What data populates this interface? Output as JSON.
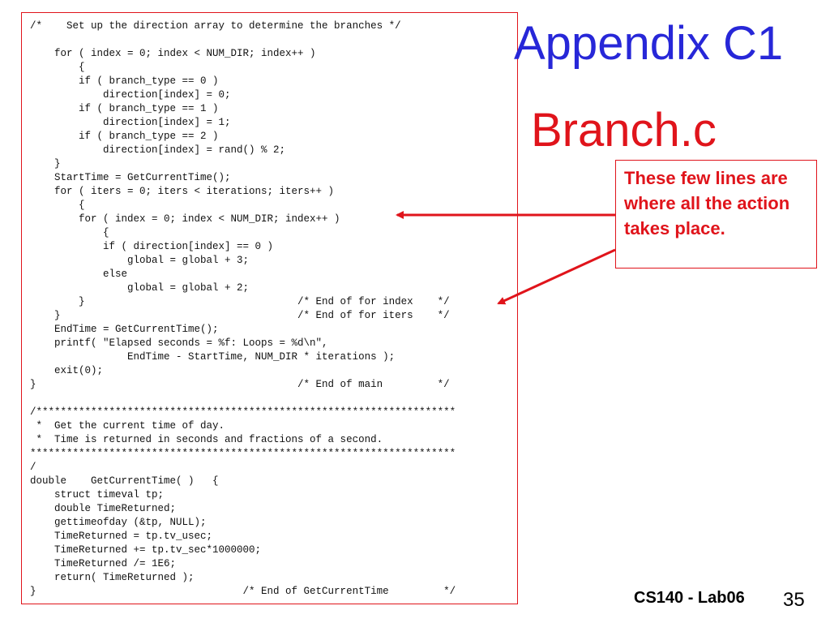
{
  "slide": {
    "title": "Appendix C1",
    "subtitle": "Branch.c",
    "callout": "These few lines are where all the action takes place.",
    "footer": "CS140 - Lab06",
    "page_number": "35",
    "colors": {
      "title": "#2727d8",
      "accent": "#e0141b"
    }
  },
  "code": {
    "lines": [
      "/*    Set up the direction array to determine the branches */",
      "",
      "    for ( index = 0; index < NUM_DIR; index++ )",
      "        {",
      "        if ( branch_type == 0 )",
      "            direction[index] = 0;",
      "        if ( branch_type == 1 )",
      "            direction[index] = 1;",
      "        if ( branch_type == 2 )",
      "            direction[index] = rand() % 2;",
      "    }",
      "    StartTime = GetCurrentTime();",
      "    for ( iters = 0; iters < iterations; iters++ )",
      "        {",
      "        for ( index = 0; index < NUM_DIR; index++ )",
      "            {",
      "            if ( direction[index] == 0 )",
      "                global = global + 3;",
      "            else",
      "                global = global + 2;",
      "        }                                   /* End of for index    */",
      "    }                                       /* End of for iters    */",
      "    EndTime = GetCurrentTime();",
      "    printf( \"Elapsed seconds = %f: Loops = %d\\n\",",
      "                EndTime - StartTime, NUM_DIR * iterations );",
      "    exit(0);",
      "}                                           /* End of main         */",
      "",
      "/*********************************************************************",
      " *  Get the current time of day.",
      " *  Time is returned in seconds and fractions of a second.",
      "**********************************************************************",
      "/",
      "double    GetCurrentTime( )   {",
      "    struct timeval tp;",
      "    double TimeReturned;",
      "    gettimeofday (&tp, NULL);",
      "    TimeReturned = tp.tv_usec;",
      "    TimeReturned += tp.tv_sec*1000000;",
      "    TimeReturned /= 1E6;",
      "    return( TimeReturned );",
      "}                                  /* End of GetCurrentTime         */"
    ]
  }
}
